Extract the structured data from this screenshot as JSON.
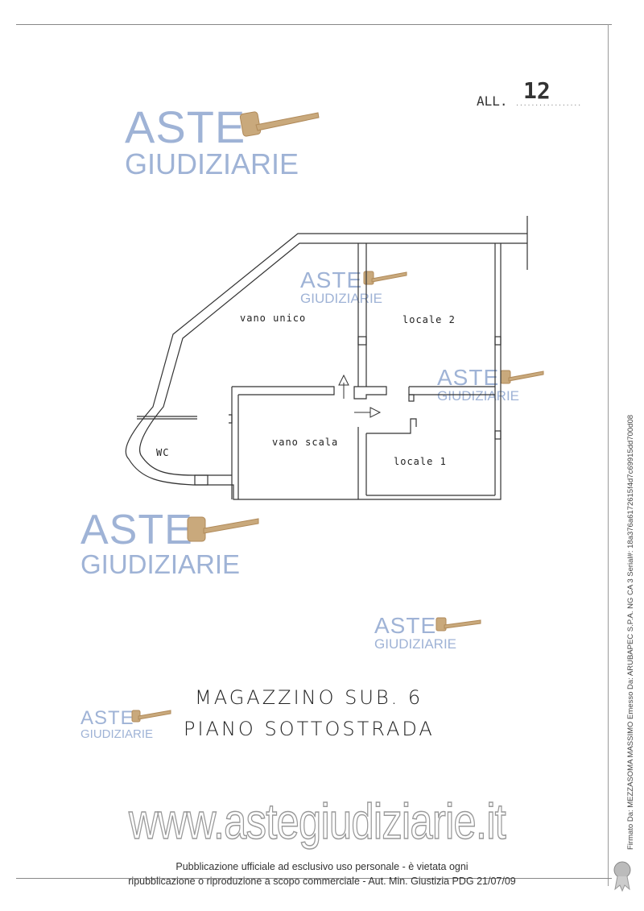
{
  "annex": {
    "prefix": "ALL.",
    "number": "12"
  },
  "watermark": {
    "line1": "ASTE",
    "line2": "GIUDIZIARIE",
    "color": "#9fb3d6"
  },
  "plan": {
    "rooms": {
      "vano_unico": "vano unico",
      "locale_2": "locale 2",
      "vano_scala": "vano scala",
      "locale_1": "locale 1",
      "wc": "WC"
    }
  },
  "title": {
    "line1": "MAGAZZINO SUB. 6",
    "line2": "PIANO SOTTOSTRADA"
  },
  "website": "www.astegiudiziarie.it",
  "footer": {
    "line1": "Pubblicazione ufficiale ad esclusivo uso personale - è vietata ogni",
    "line2": "ripubblicazione o riproduzione a scopo commerciale - Aut. Min. Giustizia PDG 21/07/09"
  },
  "signature": "Firmato Da: MEZZASOMA MASSIMO Emesso Da: ARUBAPEC S.P.A. NG CA 3 Serial#: 18a376a6172615f4d7c69915dd700d08"
}
